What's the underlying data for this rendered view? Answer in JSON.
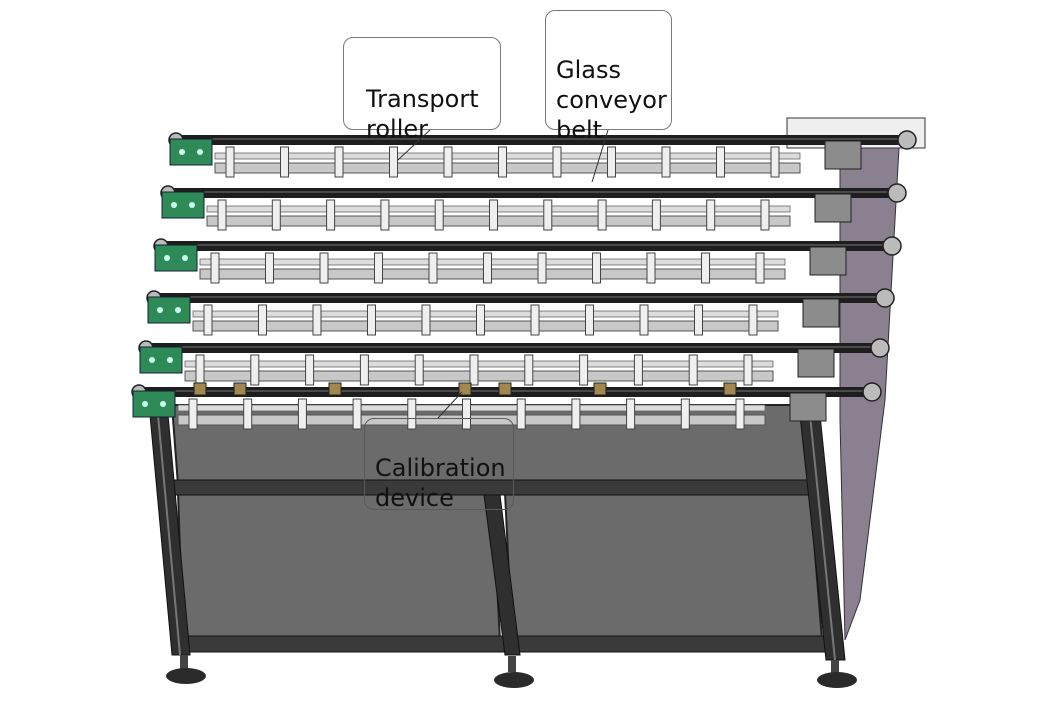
{
  "labels": {
    "transport_roller": "Transport\nroller",
    "glass_conveyor_belt": "Glass\nconveyor\nbelt",
    "calibration_device": "Calibration\ndevice"
  },
  "colors": {
    "frame": "#2f2f2f",
    "panel": "#6b6b6b",
    "side_panel": "#8a8090",
    "belt": "#1e1e1e",
    "roller": "#c8c8c8",
    "bracket_green": "#2e8b57",
    "bracket_grey": "#8c8c8c"
  },
  "conveyor_levels": 6
}
